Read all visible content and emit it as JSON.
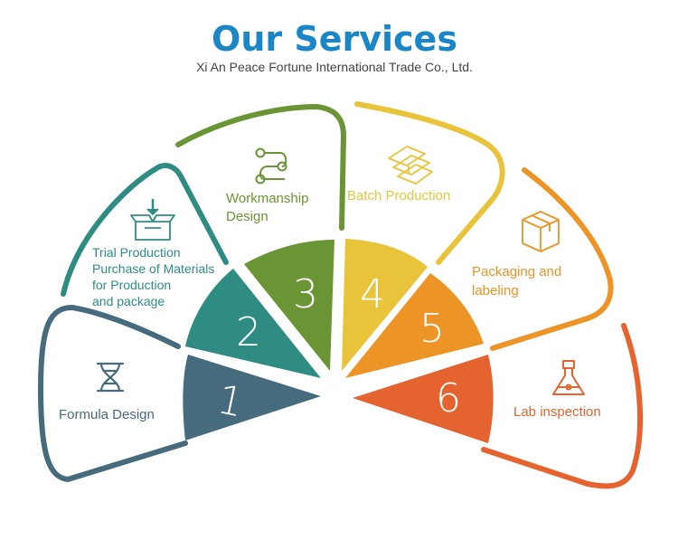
{
  "header": {
    "title": "Our Services",
    "subtitle": "Xi An Peace Fortune International Trade Co., Ltd."
  },
  "colors": {
    "title": "#1a86c8",
    "s1": "#466b7c",
    "s2": "#2e8c82",
    "s3": "#6a9535",
    "s4": "#e9c43a",
    "s5": "#ec9426",
    "s6": "#e5632e"
  },
  "services": [
    {
      "number": "1",
      "lines": [
        "Formula Design"
      ],
      "icon": "dna-icon"
    },
    {
      "number": "2",
      "lines": [
        "Trial Production",
        "Purchase of Materials",
        "for Production",
        "and package"
      ],
      "icon": "box-icon"
    },
    {
      "number": "3",
      "lines": [
        "Workmanship",
        "Design"
      ],
      "icon": "workflow-icon"
    },
    {
      "number": "4",
      "lines": [
        "Batch Production"
      ],
      "icon": "stacked-papers-icon"
    },
    {
      "number": "5",
      "lines": [
        "Packaging and",
        "labeling"
      ],
      "icon": "package-icon"
    },
    {
      "number": "6",
      "lines": [
        "Lab inspection"
      ],
      "icon": "flask-icon"
    }
  ]
}
